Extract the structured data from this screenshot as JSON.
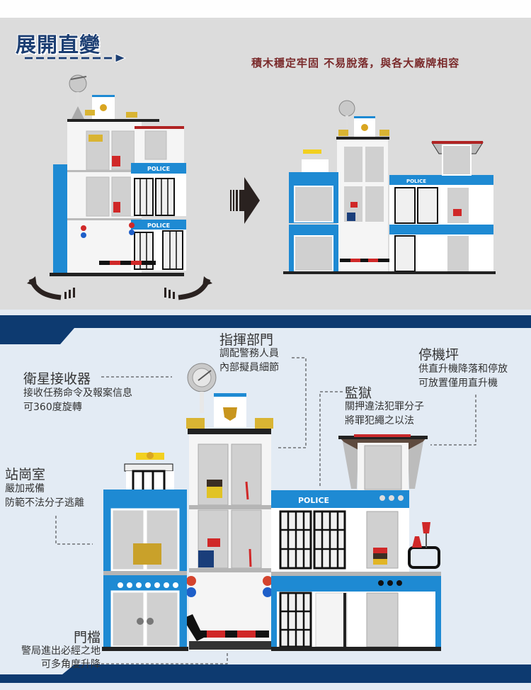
{
  "header": {
    "title": "展開直變",
    "tagline": "積木穩定牢固 不易脫落，與各大廠牌相容"
  },
  "building_signs": {
    "police_sign": "POLICE"
  },
  "callouts": {
    "satellite": {
      "title": "衛星接收器",
      "lines": [
        "接收任務命令及報案信息",
        "可360度旋轉"
      ]
    },
    "command": {
      "title": "指揮部門",
      "lines": [
        "調配警務人員",
        "內部擬員細節"
      ]
    },
    "helipad": {
      "title": "停機坪",
      "lines": [
        "供直升機降落和停放",
        "可放置僅用直升機"
      ]
    },
    "prison": {
      "title": "監獄",
      "lines": [
        "關押違法犯罪分子",
        "將罪犯繩之以法"
      ]
    },
    "guardroom": {
      "title": "站崗室",
      "lines": [
        "嚴加戒備",
        "防範不法分子逃離"
      ]
    },
    "gate": {
      "title": "門檔",
      "lines": [
        "警局進出必經之地",
        "可多角度升降"
      ]
    }
  },
  "colors": {
    "navy": "#0d3a70",
    "brick_blue": "#1e8ad3",
    "tagline_red": "#7a2a2b",
    "panel_gray": "#dcdcdc",
    "panel_blue": "#e3ebf4"
  }
}
